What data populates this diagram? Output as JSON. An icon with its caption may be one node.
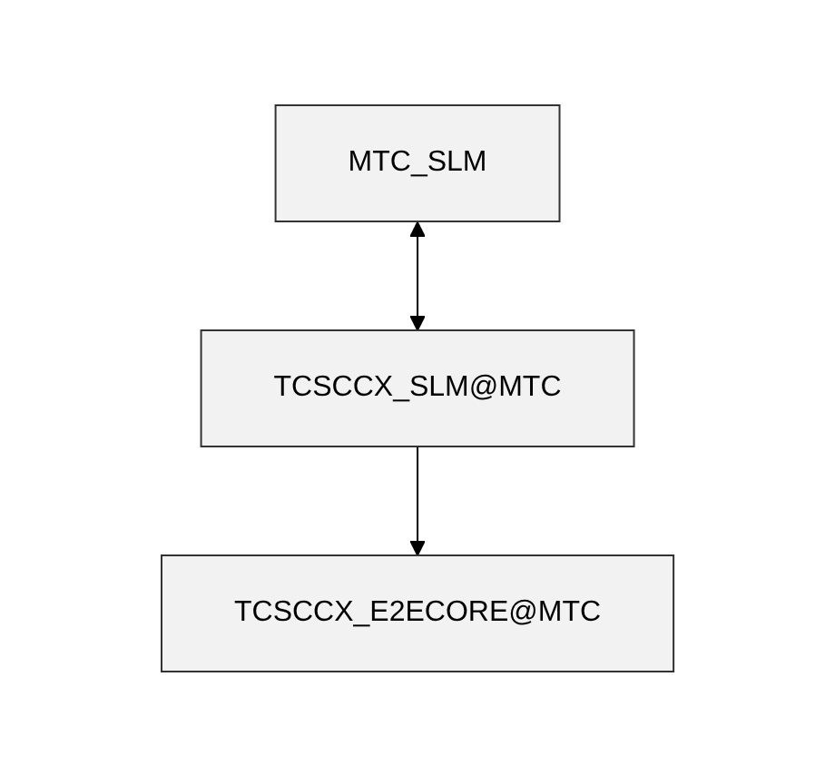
{
  "diagram": {
    "nodes": [
      {
        "text": [
          "MTC_SLM"
        ]
      },
      {
        "text": [
          "TCSCCX_SLM@MTC"
        ]
      },
      {
        "text": [
          "TCSCCX_E2ECORE@MTC"
        ]
      }
    ],
    "edges": [
      {
        "from": 0,
        "to": 1,
        "arrow": "both"
      },
      {
        "from": 1,
        "to": 2,
        "arrow": "to"
      }
    ]
  }
}
